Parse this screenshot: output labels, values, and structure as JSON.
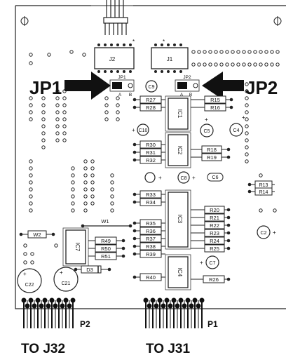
{
  "title_callouts": {
    "left": "JP1",
    "right": "JP2"
  },
  "bottom_labels": {
    "left": "TO J32",
    "right": "TO J31"
  },
  "connectors": {
    "left": "P2",
    "right": "P1"
  },
  "jumpers": [
    {
      "label": "JP1",
      "pins": [
        "A",
        "B"
      ]
    },
    {
      "label": "JP2",
      "pins": [
        "A",
        "B"
      ]
    }
  ],
  "chip_labels": [
    "J2",
    "J1",
    "IC1",
    "IC2",
    "IC3",
    "IC4",
    "IC7"
  ],
  "resistors_center": [
    "R27",
    "R28",
    "R30",
    "R31",
    "R32",
    "R33",
    "R34",
    "R35",
    "R36",
    "R37",
    "R38",
    "R39",
    "R40"
  ],
  "resistors_right": [
    "R15",
    "R16",
    "R18",
    "R19",
    "R20",
    "R21",
    "R22",
    "R23",
    "R24",
    "R25",
    "R26",
    "R13",
    "R14"
  ],
  "resistors_left": [
    "R49",
    "R50",
    "R51"
  ],
  "capacitors": [
    "C9",
    "C10",
    "C5",
    "C4",
    "C8",
    "C6",
    "C7",
    "C2",
    "C22",
    "C21"
  ],
  "misc_labels": {
    "w1": "W1",
    "w2": "W2",
    "d3": "D3",
    "plus": "+",
    "star": "*"
  }
}
